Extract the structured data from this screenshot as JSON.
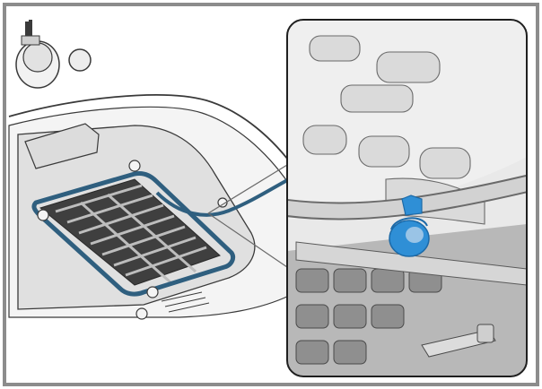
{
  "figure": {
    "kind": "technical-illustration",
    "panels": [
      "overview",
      "detail-inset"
    ],
    "colors": {
      "frame": "#8c8c8c",
      "line": "#3a3a3a",
      "light_gray": "#e9e9e9",
      "mid_gray": "#c9c9c9",
      "dark_gray": "#8f8f8f",
      "cable_blue": "#2f5f7f",
      "clip_blue": "#2f8fd6",
      "clip_blue_dark": "#1c6aa8"
    }
  }
}
